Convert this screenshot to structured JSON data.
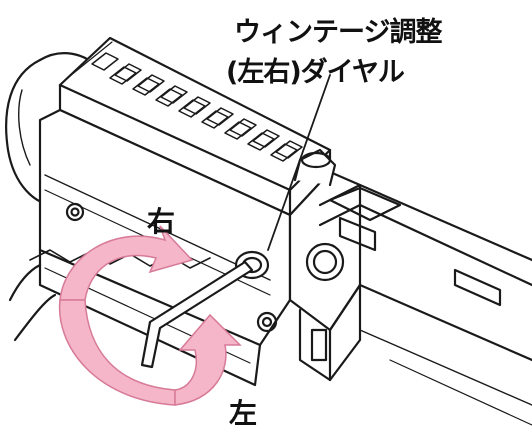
{
  "labels": {
    "callout_line1": "ウィンテージ調整",
    "callout_line2": "(左右)ダイヤル",
    "direction_right": "右",
    "direction_left": "左"
  },
  "colors": {
    "line": "#1a1a1a",
    "arrow_fill": "#f4b6c8",
    "arrow_stroke": "#d77a98",
    "background": "#ffffff"
  },
  "icons": {
    "rotation_arrow_right": "curved-arrow-icon",
    "rotation_arrow_left": "curved-arrow-icon",
    "hex_key": "allen-wrench-icon"
  }
}
